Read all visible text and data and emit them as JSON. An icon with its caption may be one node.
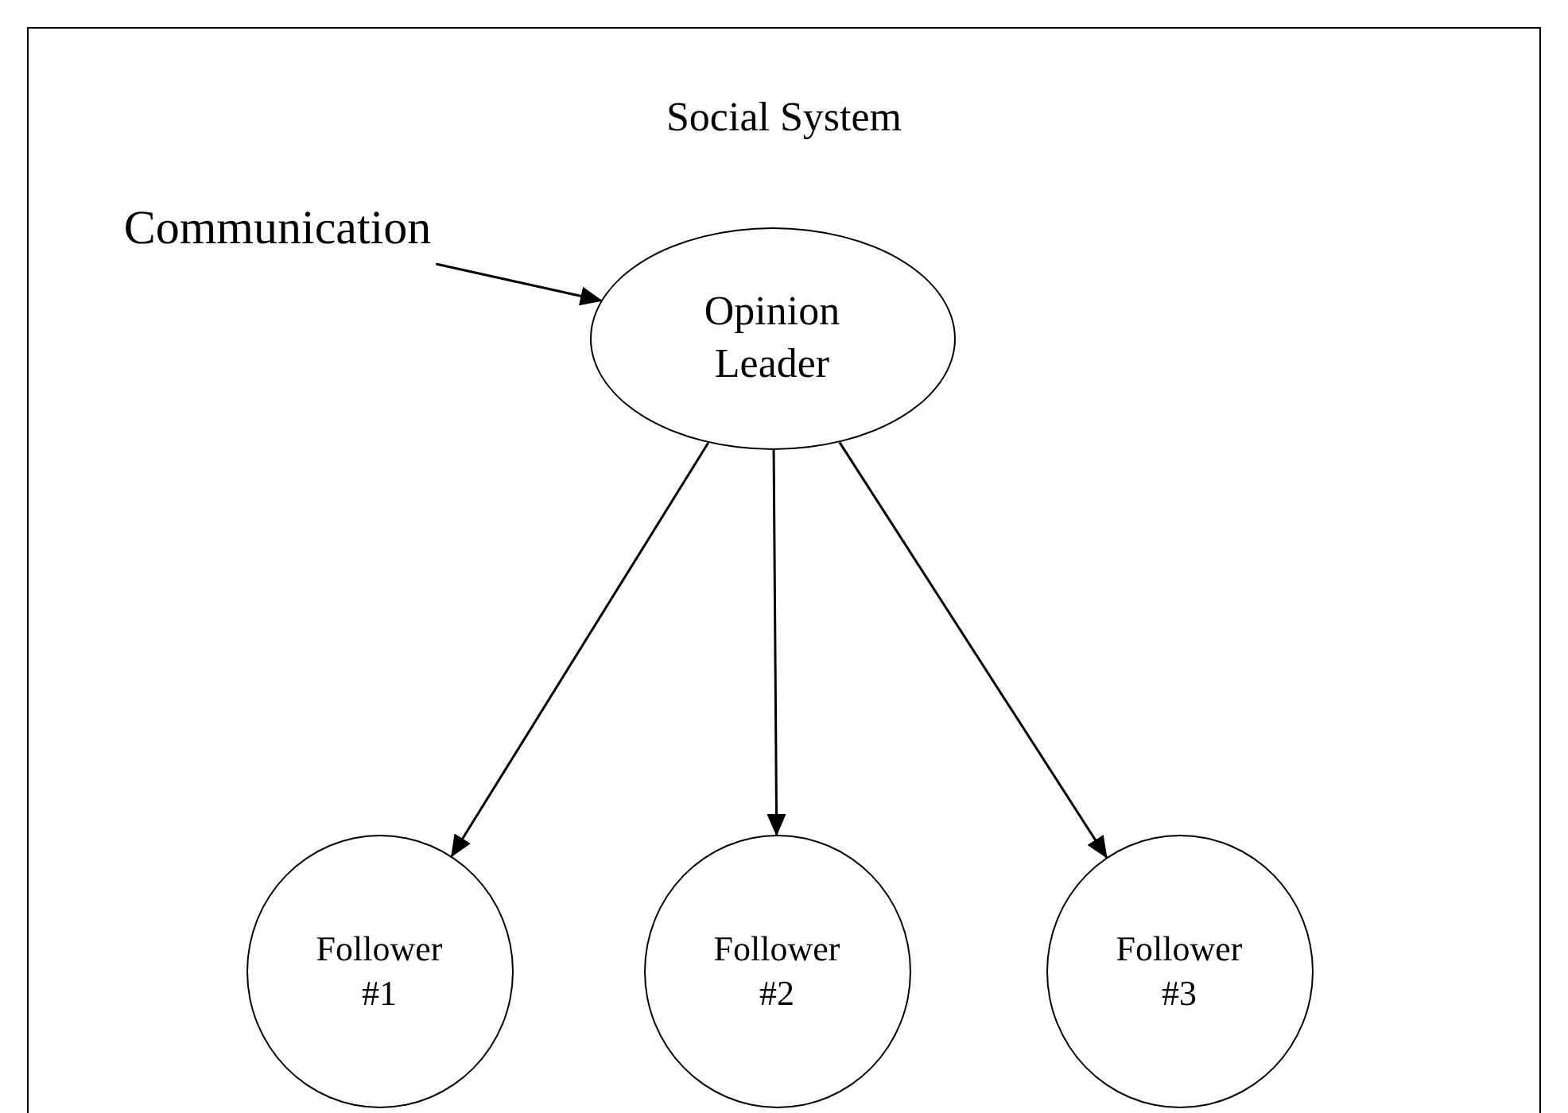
{
  "diagram": {
    "nodes": [
      {
        "text": [
          "Social System"
        ]
      },
      {
        "text": [
          "Communication"
        ],
        "in": 0
      },
      {
        "text": [
          "Opinion Leader"
        ],
        "in": 0
      },
      {
        "text": [
          "Follower #1"
        ],
        "in": 0
      },
      {
        "text": [
          "Follower #2"
        ],
        "in": 0
      },
      {
        "text": [
          "Follower #3"
        ],
        "in": 0
      }
    ],
    "edges": [
      {
        "from": 1,
        "to": 2,
        "arrow": "to"
      },
      {
        "from": 2,
        "to": 3,
        "arrow": "to"
      },
      {
        "from": 2,
        "to": 4,
        "arrow": "to"
      },
      {
        "from": 2,
        "to": 5,
        "arrow": "to"
      }
    ]
  }
}
